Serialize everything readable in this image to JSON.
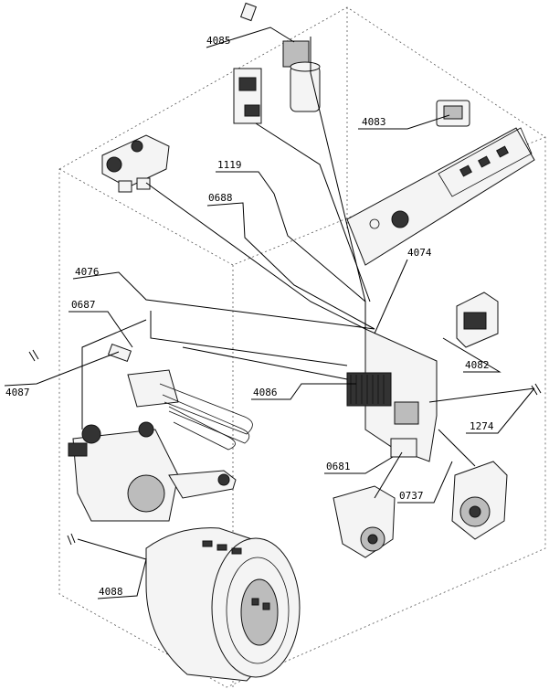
{
  "labels": {
    "l4085": "4085",
    "l4083": "4083",
    "l1119": "1119",
    "l0688": "0688",
    "l4074": "4074",
    "l4076": "4076",
    "l0687": "0687",
    "l4082": "4082",
    "l4087": "4087",
    "l4086": "4086",
    "l1274": "1274",
    "l0681": "0681",
    "l0737": "0737",
    "l4088": "4088"
  }
}
